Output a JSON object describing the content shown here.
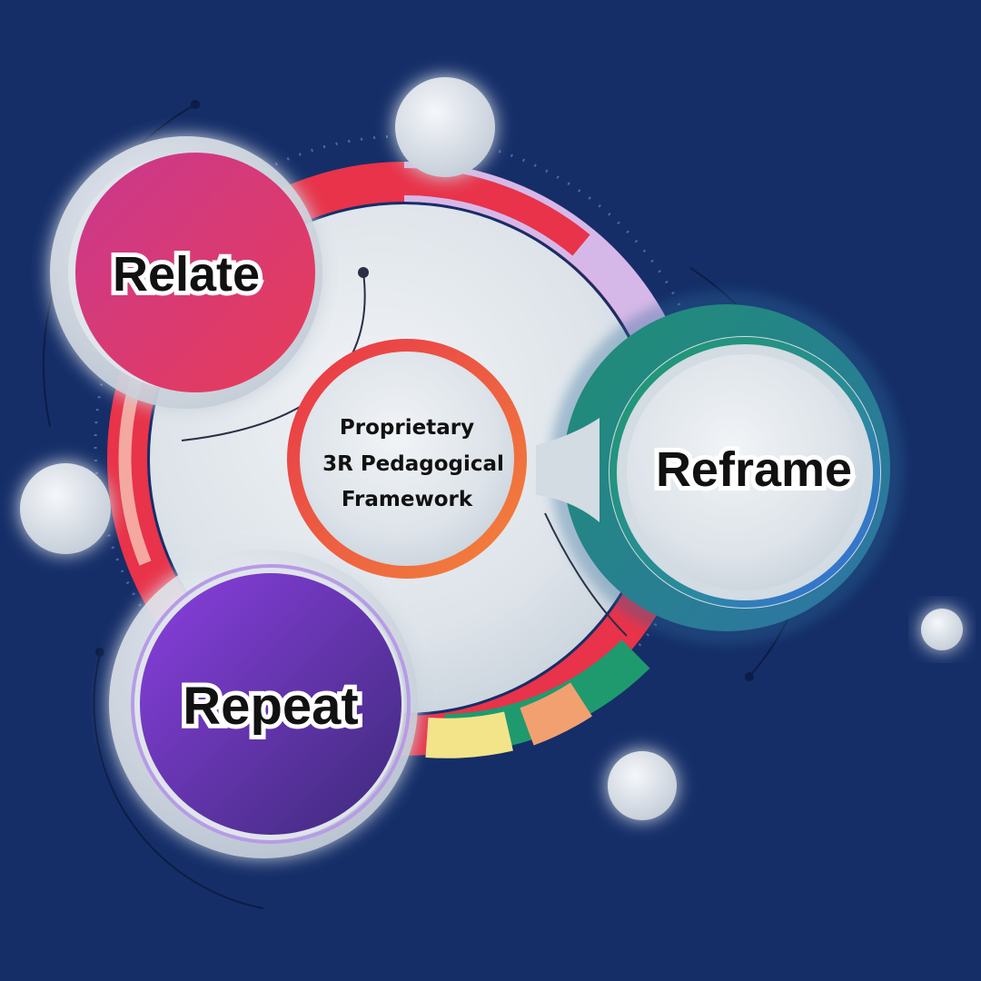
{
  "center": {
    "line1": "Proprietary",
    "line2": "3R Pedagogical",
    "line3": "Framework"
  },
  "nodes": {
    "relate": "Relate",
    "reframe": "Reframe",
    "repeat": "Repeat"
  },
  "colors": {
    "background": "#152e68",
    "relate": "#d93a6a",
    "reframe_ring": "#1f9a7e",
    "repeat": "#6a38c8",
    "center_ring": "#ef4a3a"
  }
}
